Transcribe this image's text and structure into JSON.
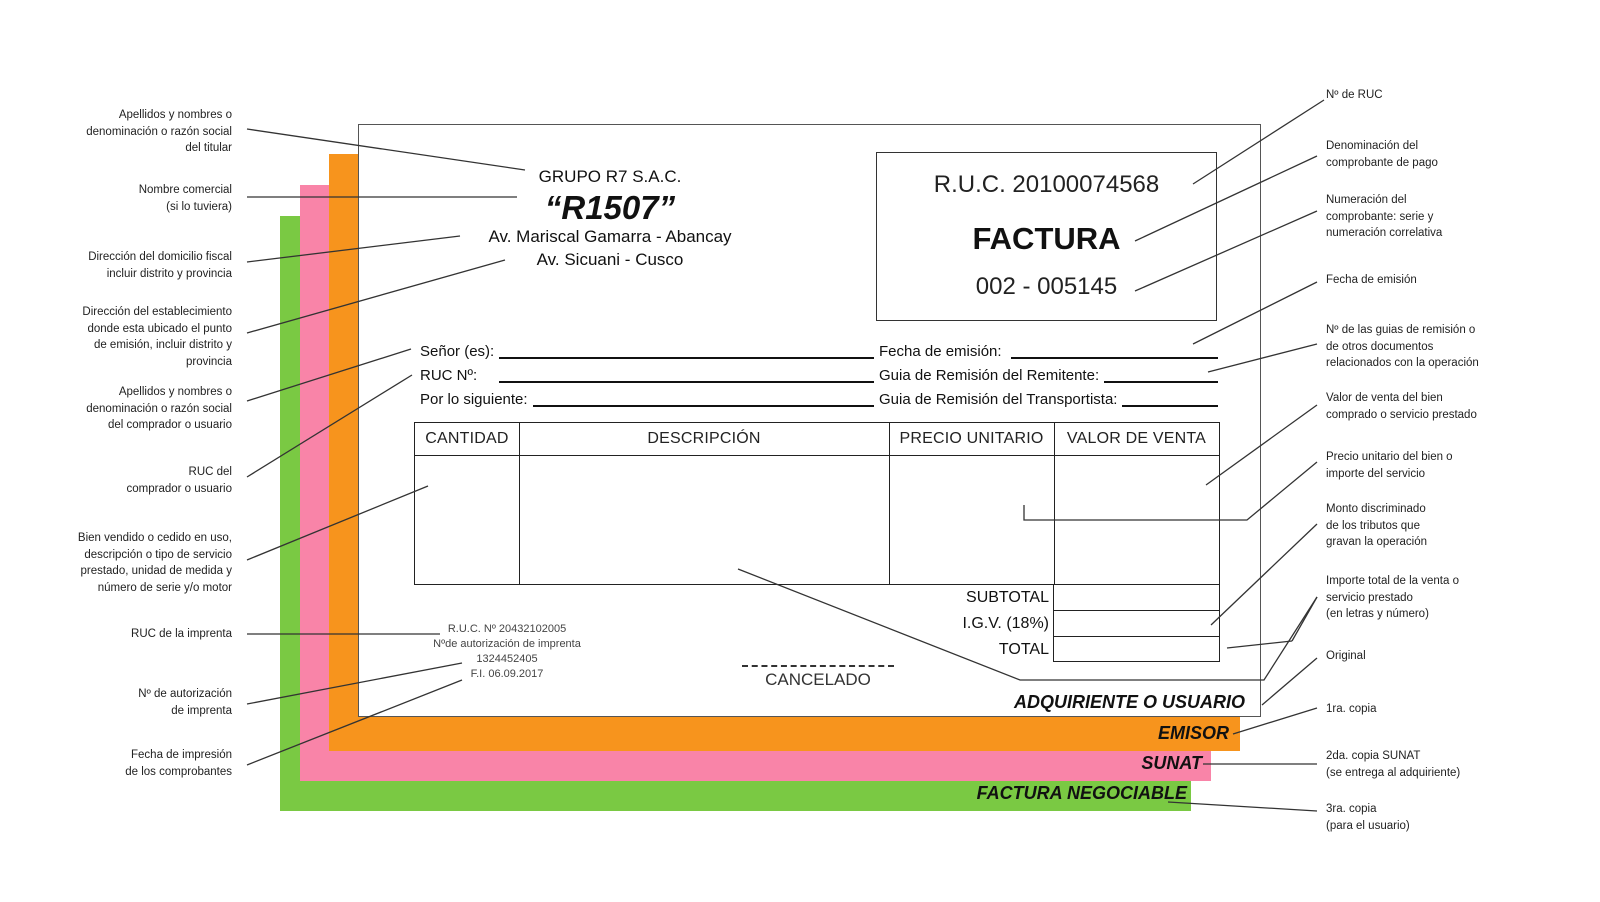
{
  "invoice": {
    "company_name": "GRUPO R7 S.A.C.",
    "trade_name": "“R1507”",
    "address_fiscal": "Av. Mariscal Gamarra - Abancay",
    "address_branch": "Av. Sicuani - Cusco",
    "ruc_box": {
      "ruc": "R.U.C. 20100074568",
      "doc_type": "FACTURA",
      "number": "002 - 005145"
    },
    "fields": {
      "senor": "Señor (es):",
      "ruc": "RUC Nº:",
      "por_lo_siguiente": "Por lo siguiente:",
      "fecha_emision": "Fecha de emisión:",
      "guia_remitente": "Guia de Remisión del Remitente:",
      "guia_transportista": "Guia de Remisión del Transportista:"
    },
    "table": {
      "headers": [
        "CANTIDAD",
        "DESCRIPCIÓN",
        "PRECIO UNITARIO",
        "VALOR DE VENTA"
      ]
    },
    "totals": {
      "subtotal": "SUBTOTAL",
      "igv": "I.G.V. (18%)",
      "total": "TOTAL"
    },
    "printer_info": {
      "ruc": "R.U.C. Nº 20432102005",
      "auth_label": "Nºde autorización de imprenta",
      "auth_number": "1324452405",
      "print_date": "F.I. 06.09.2017"
    },
    "cancelado": "CANCELADO"
  },
  "copies": [
    {
      "label": "ADQUIRIENTE O USUARIO",
      "color": "#ffffff"
    },
    {
      "label": "EMISOR",
      "color": "#f7941d"
    },
    {
      "label": "SUNAT",
      "color": "#f984a8"
    },
    {
      "label": "FACTURA NEGOCIABLE",
      "color": "#7ac943"
    }
  ],
  "annotations_left": [
    "Apellidos y nombres o\ndenominación o razón social\ndel titular",
    "Nombre comercial\n(si lo tuviera)",
    "Dirección del domicilio fiscal\nincluir distrito y provincia",
    "Dirección del establecimiento\ndonde esta ubicado el punto\nde emisión, incluir distrito y\nprovincia",
    "Apellidos y nombres o\ndenominación o razón social\ndel comprador o usuario",
    "RUC del\ncomprador o usuario",
    "Bien vendido o cedido en uso,\ndescripción o tipo de servicio\nprestado, unidad de medida y\nnúmero de serie y/o motor",
    "RUC de la imprenta",
    "Nº de autorización\nde imprenta",
    "Fecha de impresión\nde los comprobantes"
  ],
  "annotations_right": [
    "Nº de RUC",
    "Denominación del\ncomprobante de pago",
    "Numeración del\ncomprobante: serie y\nnumeración correlativa",
    "Fecha de emisión",
    "Nº de las guias de remisión o\nde otros documentos\nrelacionados con la operación",
    "Valor de venta del bien\ncomprado o servicio prestado",
    "Precio unitario del bien o\nimporte del servicio",
    "Monto discriminado\nde los tributos que\ngravan la operación",
    "Importe total de la venta o\nservicio prestado\n(en letras y número)",
    "Original",
    "1ra. copia",
    "2da. copia SUNAT\n(se entrega al adquiriente)",
    "3ra. copia\n(para el usuario)"
  ]
}
